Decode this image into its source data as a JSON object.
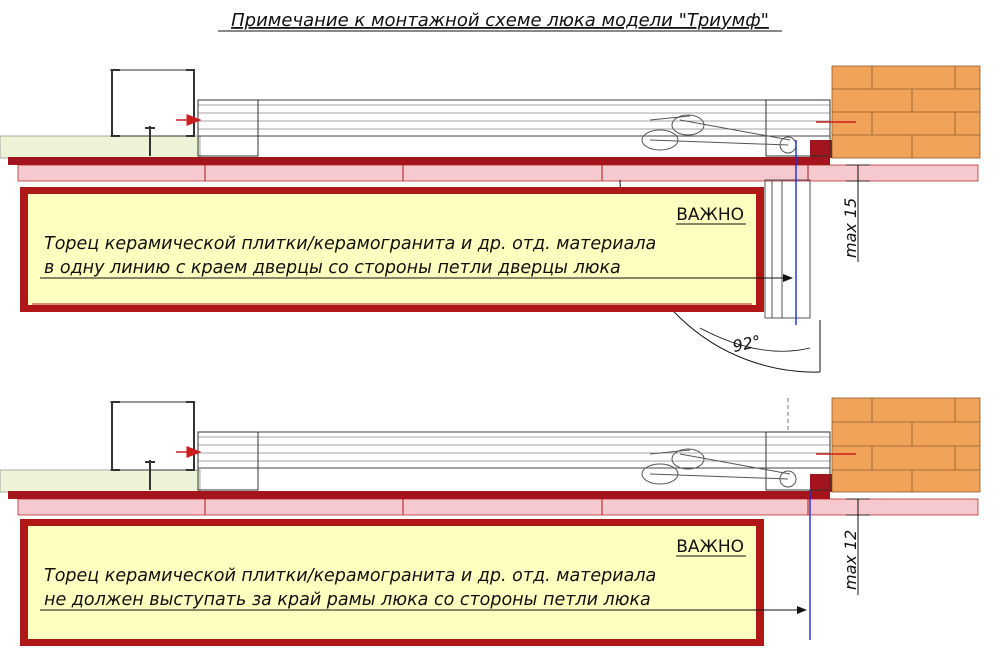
{
  "title": "Примечание к монтажной схеме люка модели \"Триумф\"",
  "panel_top": {
    "important": "ВАЖНО",
    "line1": "Торец керамической плитки/керамогранита и др. отд. материала",
    "line2": "в одну линию с краем дверцы со стороны петли дверцы люка",
    "dimension": "max 15",
    "angle": "92°"
  },
  "panel_bottom": {
    "important": "ВАЖНО",
    "line1": "Торец керамической плитки/керамогранита и др. отд. материала",
    "line2": "не должен выступать за край рамы люка со стороны петли люка",
    "dimension": "max 12"
  },
  "colors": {
    "note_fill": "#ffffbf",
    "note_border": "#b01818",
    "tile": "#f6c9cf",
    "floor_red": "#a3141c",
    "brick": "#f2a35a",
    "drywall": "#ecf3d6",
    "axis_blue": "#1a2fd8"
  }
}
